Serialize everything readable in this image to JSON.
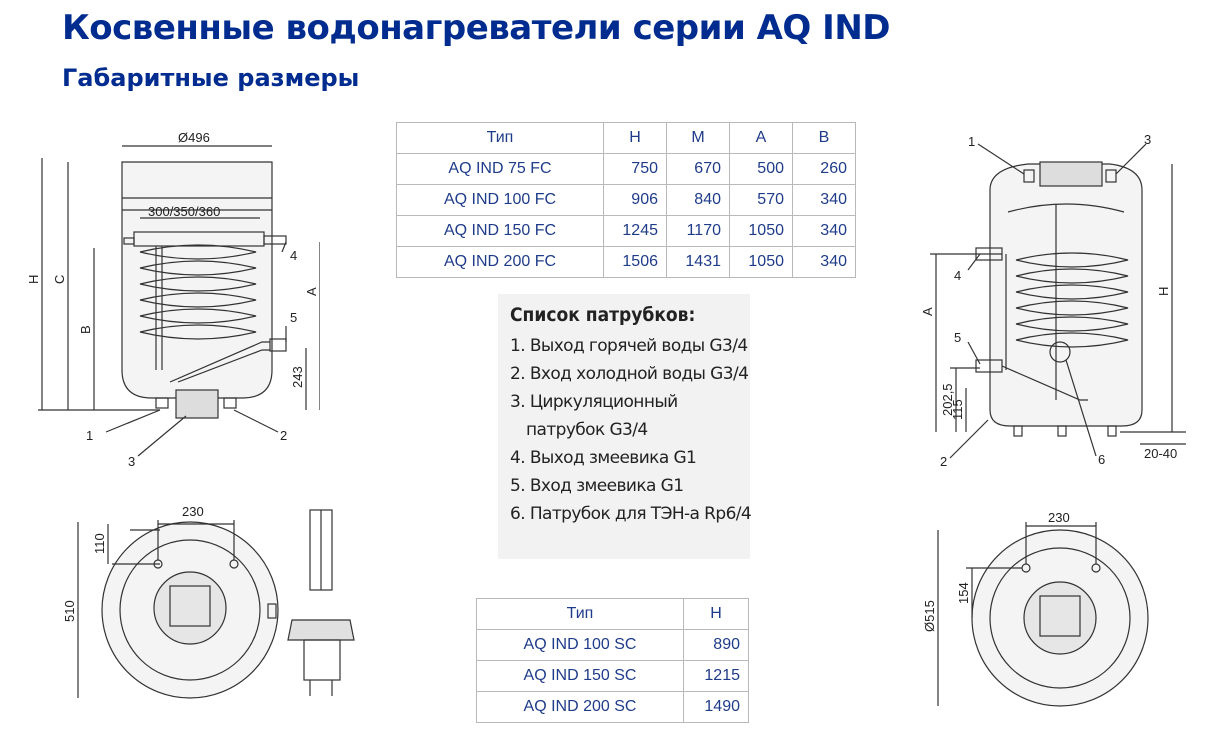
{
  "title": "Косвенные водонагреватели серии AQ IND",
  "subtitle": "Габаритные размеры",
  "table1": {
    "headers": [
      "Тип",
      "H",
      "M",
      "A",
      "B"
    ],
    "rows": [
      [
        "AQ IND 75 FC",
        "750",
        "670",
        "500",
        "260"
      ],
      [
        "AQ IND 100 FC",
        "906",
        "840",
        "570",
        "340"
      ],
      [
        "AQ IND 150 FC",
        "1245",
        "1170",
        "1050",
        "340"
      ],
      [
        "AQ IND 200 FC",
        "1506",
        "1431",
        "1050",
        "340"
      ]
    ]
  },
  "table2": {
    "headers": [
      "Тип",
      "H"
    ],
    "rows": [
      [
        "AQ IND 100 SC",
        "890"
      ],
      [
        "AQ IND 150 SC",
        "1215"
      ],
      [
        "AQ IND 200 SC",
        "1490"
      ]
    ]
  },
  "list": {
    "title": "Список патрубков:",
    "items": [
      "1. Выход горячей воды G3/4",
      "2. Вход холодной воды G3/4",
      "3. Циркуляционный",
      "патрубок G3/4",
      "4. Выход змеевика G1",
      "5. Вход змеевика G1",
      "6. Патрубок для ТЭН-а Rp6/4"
    ]
  },
  "left_drawing": {
    "dim_diameter": "Ø496",
    "dim_top": "300/350/360",
    "dim_h": "H",
    "dim_c": "C",
    "dim_b": "B",
    "dim_a": "A",
    "dim_243": "243",
    "label_1": "1",
    "label_2": "2",
    "label_3": "3",
    "label_4": "4",
    "label_5": "5"
  },
  "left_bottom": {
    "dim_230": "230",
    "dim_110": "110",
    "dim_510": "510"
  },
  "right_drawing": {
    "label_1": "1",
    "label_2": "2",
    "label_3": "3",
    "label_4": "4",
    "label_5": "5",
    "label_6": "6",
    "dim_a": "A",
    "dim_h": "H",
    "dim_202": "202,5",
    "dim_115": "115",
    "dim_2040": "20-40"
  },
  "right_bottom": {
    "dim_230": "230",
    "dim_154": "154",
    "dim_515": "Ø515"
  },
  "colors": {
    "heading": "#002b8f",
    "table_text": "#1f3c8a",
    "line": "#333333"
  }
}
